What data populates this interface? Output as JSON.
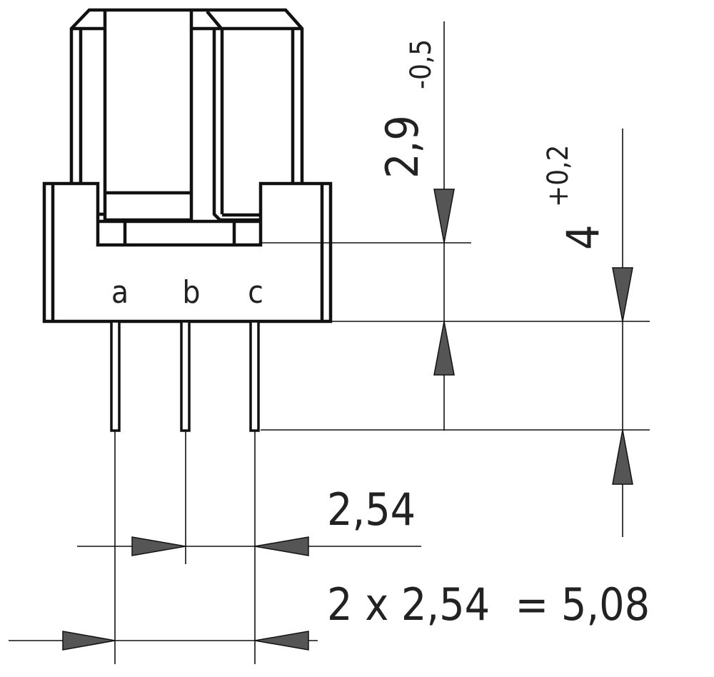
{
  "pins": {
    "a": "a",
    "b": "b",
    "c": "c"
  },
  "dimensions": {
    "height_top": {
      "value": "2,9",
      "tolerance": "-0,5"
    },
    "pin_length": {
      "value": "4",
      "tolerance": "+0,2"
    },
    "pitch": "2,54",
    "total_pitch": "2 x 2,54  = 5,08"
  }
}
